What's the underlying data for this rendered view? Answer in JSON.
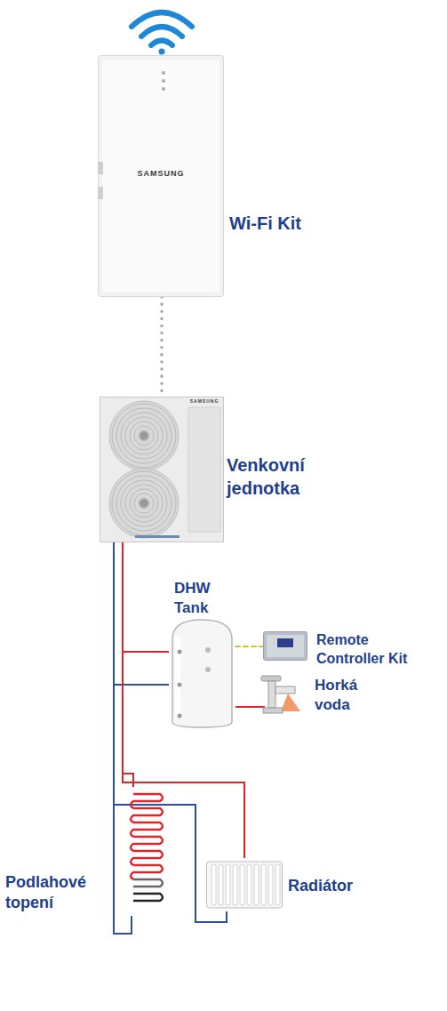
{
  "diagram": {
    "nodes": [
      {
        "text": [
          "Wi-Fi Kit"
        ]
      },
      {
        "text": [
          "Venkovní jednotka"
        ]
      },
      {
        "text": [
          "DHW Tank"
        ]
      },
      {
        "text": [
          "Remote Controller Kit"
        ]
      },
      {
        "text": [
          "Horká voda"
        ]
      },
      {
        "text": [
          "Podlahové topení"
        ]
      },
      {
        "text": [
          "Radiátor"
        ]
      }
    ],
    "edges": [
      {
        "from": 0,
        "to": 1,
        "arrow": "none"
      },
      {
        "from": 1,
        "to": 2,
        "arrow": "none"
      },
      {
        "from": 2,
        "to": 3,
        "arrow": "none"
      },
      {
        "from": 2,
        "to": 4,
        "arrow": "none"
      },
      {
        "from": 1,
        "to": 5,
        "arrow": "none"
      },
      {
        "from": 1,
        "to": 6,
        "arrow": "none"
      }
    ],
    "labels": [
      "SAMSUNG",
      "SAMSUNG"
    ]
  }
}
